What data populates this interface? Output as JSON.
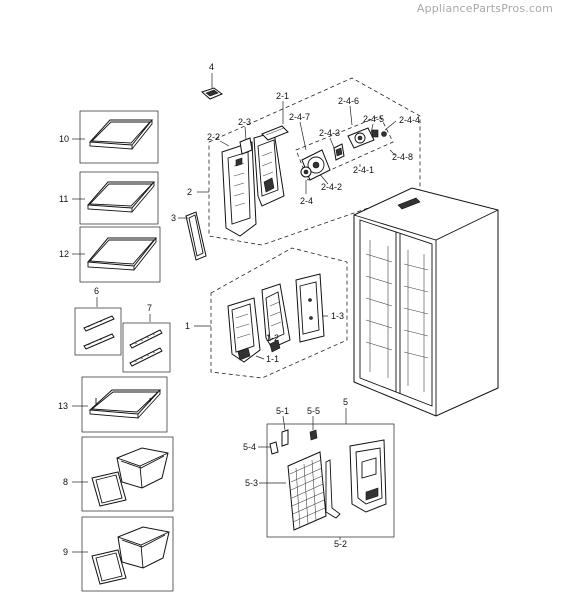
{
  "watermark": "AppliancePartsPros.com",
  "callouts": {
    "c4": "4",
    "c2_1": "2-1",
    "c2_4_6": "2-4-6",
    "c2_4_7": "2-4-7",
    "c2_4_5": "2-4-5",
    "c2_4_4": "2-4-4",
    "c2_3": "2-3",
    "c2_4_3": "2-4-3",
    "c2_2": "2-2",
    "c2_4_8": "2-4-8",
    "c2_4_1": "2-4-1",
    "c2_4_2": "2-4-2",
    "c2": "2",
    "c2_4": "2-4",
    "c3": "3",
    "c10": "10",
    "c11": "11",
    "c12": "12",
    "c6": "6",
    "c7": "7",
    "c1": "1",
    "c1_3": "1-3",
    "c1_2": "1-2",
    "c1_1": "1-1",
    "c13": "13",
    "c5": "5",
    "c5_1": "5-1",
    "c5_5": "5-5",
    "c5_4": "5-4",
    "c5_3": "5-3",
    "c5_2": "5-2",
    "c8": "8",
    "c9": "9"
  }
}
